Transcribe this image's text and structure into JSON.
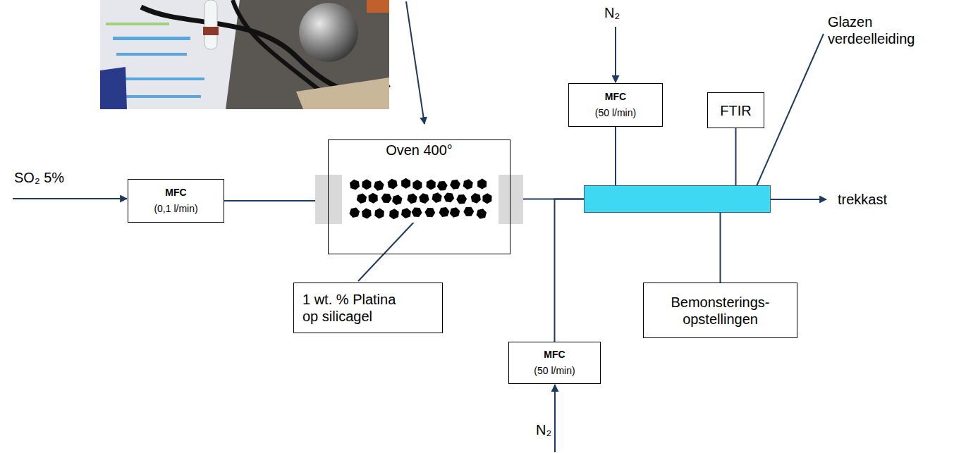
{
  "diagram": {
    "nodes": [
      {
        "text": [
          "MFC",
          "(0,1 l/min)"
        ]
      },
      {
        "text": [
          "Oven 400°"
        ]
      },
      {
        "text": [
          "1 wt. % Platina op silicagel"
        ]
      },
      {
        "text": [
          "MFC",
          "(50 l/min)"
        ]
      },
      {
        "text": [
          "FTIR"
        ]
      },
      {
        "text": [
          "Glazen verdeelleiding"
        ]
      },
      {
        "text": [
          "Bemonsterings- opstellingen"
        ]
      },
      {
        "text": [
          "MFC",
          "(50 l/min)"
        ]
      }
    ],
    "edges": [
      {
        "from": 0,
        "to": 1,
        "arrow": "none"
      },
      {
        "from": 1,
        "to": 5,
        "arrow": "none"
      },
      {
        "from": 7,
        "to": 5,
        "arrow": "none"
      },
      {
        "from": 3,
        "to": 5,
        "arrow": "none"
      },
      {
        "from": 4,
        "to": 5,
        "arrow": "none"
      },
      {
        "from": 6,
        "to": 5,
        "arrow": "none"
      }
    ],
    "labels": [
      "SO₂ 5%",
      "N₂",
      "N₂",
      "trekkast"
    ]
  }
}
